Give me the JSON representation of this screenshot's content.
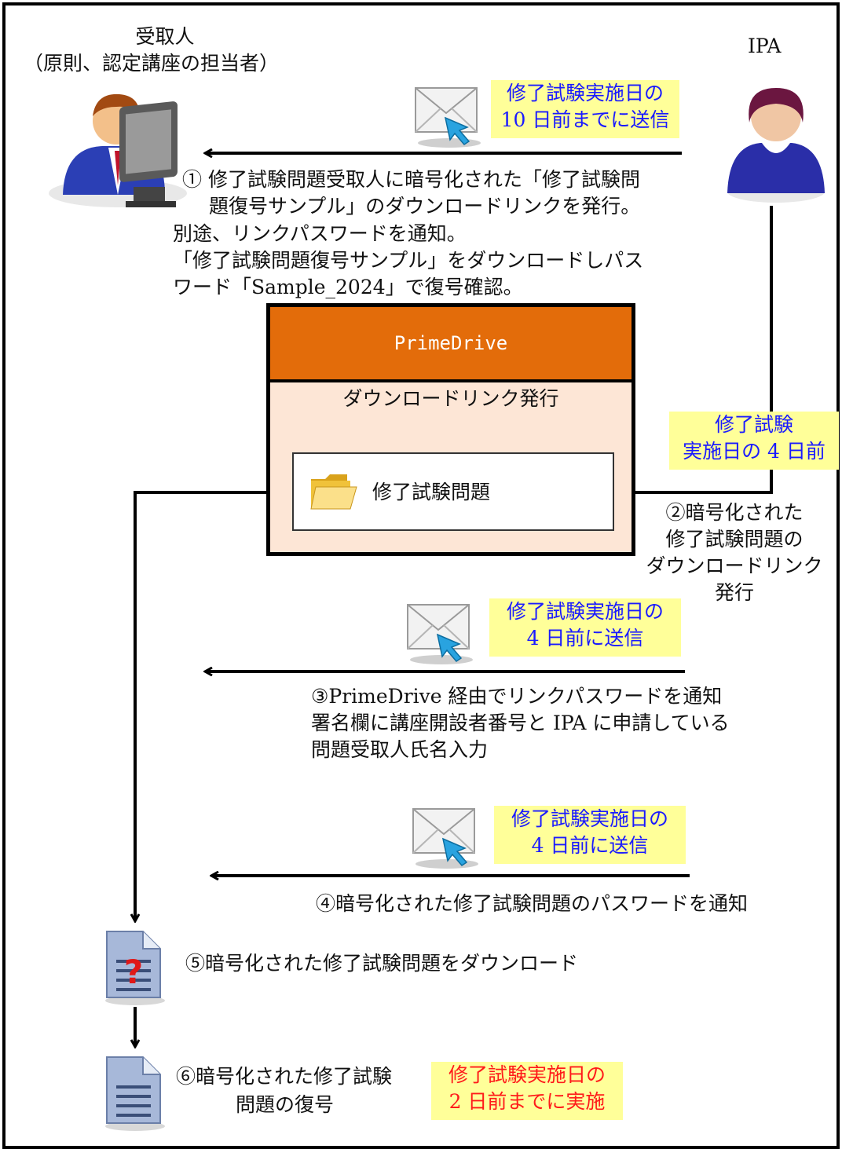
{
  "actors": {
    "receiver_title": "受取人",
    "receiver_subtitle": "（原則、認定講座の担当者）",
    "ipa": "IPA"
  },
  "notes": {
    "n1_line1": "修了試験実施日の",
    "n1_line2": "10 日前までに送信",
    "n2_line1": "修了試験",
    "n2_line2": "実施日の 4 日前",
    "n3_line1": "修了試験実施日の",
    "n3_line2": "4 日前に送信",
    "n4_line1": "修了試験実施日の",
    "n4_line2": "4 日前に送信",
    "n5_line1": "修了試験実施日の",
    "n5_line2": "2 日前までに実施"
  },
  "steps": {
    "s1_line1": "①  修了試験問題受取人に暗号化された「修了試験問",
    "s1_line2": "題復号サンプル」のダウンロードリンクを発行。",
    "s1_line3": "別途、リンクパスワードを通知。",
    "s1_line4": "「修了試験問題復号サンプル」をダウンロードしパス",
    "s1_line5": "ワード「Sample_2024」で復号確認。",
    "s2_line1": "②暗号化された",
    "s2_line2": "修了試験問題の",
    "s2_line3": "ダウンロードリンク",
    "s2_line4": "発行",
    "s3_line1": "③PrimeDrive 経由でリンクパスワードを通知",
    "s3_line2": "署名欄に講座開設者番号と IPA に申請している",
    "s3_line3": "問題受取人氏名入力",
    "s4": "④暗号化された修了試験問題のパスワードを通知",
    "s5": "⑤暗号化された修了試験問題をダウンロード",
    "s6_line1": "⑥暗号化された修了試験",
    "s6_line2": "問題の復号"
  },
  "primedrive": {
    "title": "PrimeDrive",
    "subtitle": "ダウンロードリンク発行",
    "folder_label": "修了試験問題"
  },
  "colors": {
    "note_bg": "#ffff99",
    "note_blue": "#1a1aff",
    "note_red": "#ff1a1a",
    "primedrive_header": "#e36c0a",
    "primedrive_body": "#fde6d6"
  }
}
